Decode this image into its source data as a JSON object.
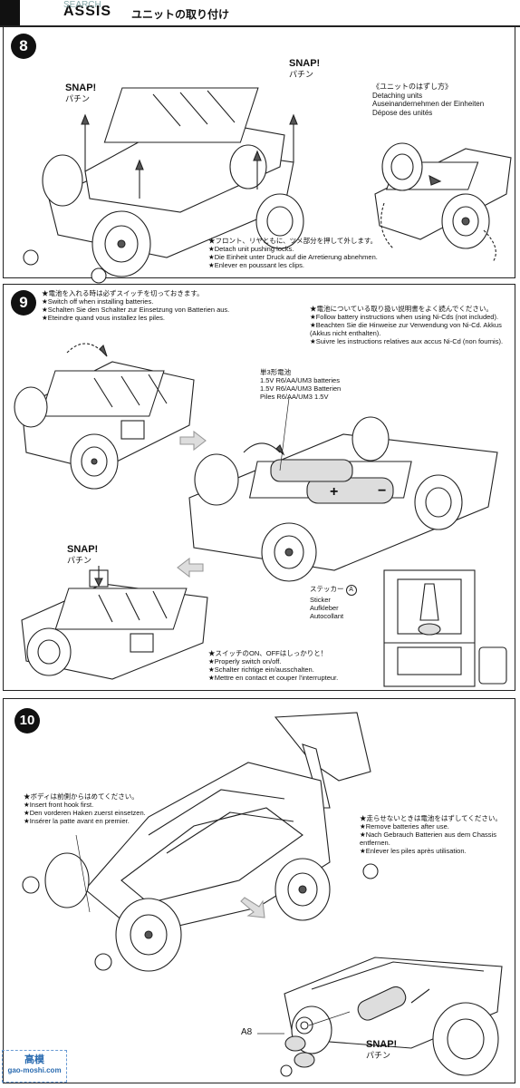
{
  "header": {
    "title": "ASSIS",
    "subtitle": "ユニットの取り付け",
    "watermark_top": "SEARCH"
  },
  "watermark": {
    "line1": "高模",
    "line2": "gao-moshi.com"
  },
  "step8": {
    "number": "8",
    "snap_left": {
      "en": "SNAP!",
      "jp": "パチン"
    },
    "snap_right": {
      "en": "SNAP!",
      "jp": "パチン"
    },
    "detach": {
      "jp": "《ユニットのはずし方》",
      "en": "Detaching units",
      "de": "Auseinandernehmen der Einheiten",
      "fr": "Dépose des unités"
    },
    "note": [
      "★フロント、リヤともに、ツメ部分を押して外します。",
      "★Detach unit pushing locks.",
      "★Die Einheit unter Druck auf die Arretierung abnehmen.",
      "★Enlever en poussant les clips."
    ]
  },
  "step9": {
    "number": "9",
    "switch_note": [
      "★電池を入れる時は必ずスイッチを切っておきます。",
      "★Switch off when installing batteries.",
      "★Schalten Sie den Schalter zur Einsetzung von Batterien aus.",
      "★Eteindre quand vous installez les piles."
    ],
    "nicd_note": [
      "★電池についている取り扱い説明書をよく読んでください。",
      "★Follow battery instructions when using Ni-Cds (not included).",
      "★Beachten Sie die Hinweise zur Verwendung von Ni-Cd. Akkus",
      "(Akkus nicht enthalten).",
      "★Suivre les instructions relatives aux accus Ni-Cd (non fournis)."
    ],
    "battery": [
      "単3形電池",
      "1.5V R6/AA/UM3 batteries",
      "1.5V R6/AA/UM3 Batterien",
      "Piles R6/AA/UM3 1.5V"
    ],
    "snap": {
      "en": "SNAP!",
      "jp": "パチン"
    },
    "sticker": {
      "jp": "ステッカー",
      "letter": "A",
      "en": "Sticker",
      "de": "Aufkleber",
      "fr": "Autocollant"
    },
    "onoff_note": [
      "★スイッチのON、OFFはしっかりと！",
      "★Properly switch on/off.",
      "★Schalter richtige ein/ausschalten.",
      "★Mettre en contact et couper l'interrupteur."
    ]
  },
  "step10": {
    "number": "10",
    "body_note": [
      "★ボディは前側からはめてください。",
      "★Insert front hook first.",
      "★Den vorderen Haken zuerst einsetzen.",
      "★Insérer la patte avant en premier."
    ],
    "remove_note": [
      "★走らせないときは電池をはずしてください。",
      "★Remove batteries after use.",
      "★Nach Gebrauch Batterien aus dem Chassis",
      "entfernen.",
      "★Enlever les piles après utilisation."
    ],
    "part_label": "A8",
    "snap": {
      "en": "SNAP!",
      "jp": "パチン"
    }
  }
}
